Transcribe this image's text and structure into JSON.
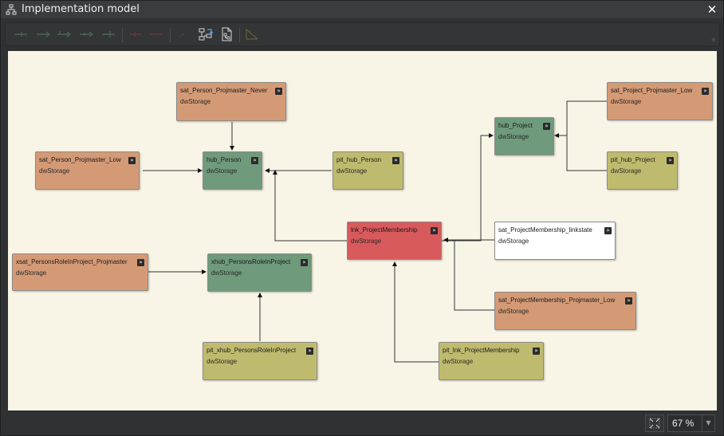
{
  "window": {
    "title": "Implementation model",
    "close_icon": "close-icon",
    "app_icon": "hierarchy-icon"
  },
  "toolbar": {
    "buttons": [
      {
        "name": "edge-style-1",
        "enabled": false
      },
      {
        "name": "edge-style-2",
        "enabled": false
      },
      {
        "name": "edge-style-3",
        "enabled": false
      },
      {
        "name": "edge-style-4",
        "enabled": false
      },
      {
        "name": "edge-style-5",
        "enabled": false
      },
      {
        "name": "edge-style-6",
        "enabled": false
      },
      {
        "name": "edge-style-7",
        "enabled": false
      },
      {
        "name": "edge-style-8",
        "enabled": false
      },
      {
        "name": "auto-layout",
        "enabled": true
      },
      {
        "name": "export-diagram",
        "enabled": true
      },
      {
        "name": "ruler",
        "enabled": false
      }
    ]
  },
  "colors": {
    "canvas": "#f8f4e6",
    "satellite": "#d49a76",
    "hub": "#6f9a7b",
    "pit": "#bfbb6e",
    "link": "#d85a5c",
    "linkstate": "#ffffff"
  },
  "nodes": {
    "sat_person_never": {
      "name": "sat_Person_Projmaster_Never",
      "type": "dwStorage"
    },
    "sat_person_low": {
      "name": "sat_Person_Projmaster_Low",
      "type": "dwStorage"
    },
    "hub_person": {
      "name": "hub_Person",
      "type": "dwStorage"
    },
    "pit_hub_person": {
      "name": "pit_hub_Person",
      "type": "dwStorage"
    },
    "hub_project": {
      "name": "hub_Project",
      "type": "dwStorage"
    },
    "sat_project_low": {
      "name": "sat_Project_Projmaster_Low",
      "type": "dwStorage"
    },
    "pit_hub_project": {
      "name": "pit_hub_Project",
      "type": "dwStorage"
    },
    "lnk_membership": {
      "name": "lnk_ProjectMembership",
      "type": "dwStorage"
    },
    "sat_linkstate": {
      "name": "sat_ProjectMembership_linkstate",
      "type": "dwStorage"
    },
    "xsat_role": {
      "name": "xsat_PersonsRoleInProject_Projmaster",
      "type": "dwStorage"
    },
    "xhub_role": {
      "name": "xhub_PersonsRoleInProject",
      "type": "dwStorage"
    },
    "pit_xhub_role": {
      "name": "pit_xhub_PersonsRoleInProject",
      "type": "dwStorage"
    },
    "sat_membership_low": {
      "name": "sat_ProjectMembership_Projmaster_Low",
      "type": "dwStorage"
    },
    "pit_lnk_membership": {
      "name": "pit_lnk_ProjectMembership",
      "type": "dwStorage"
    }
  },
  "edges": [
    {
      "from": "sat_person_never",
      "to": "hub_person"
    },
    {
      "from": "sat_person_low",
      "to": "hub_person"
    },
    {
      "from": "pit_hub_person",
      "to": "hub_person"
    },
    {
      "from": "lnk_membership",
      "to": "hub_person"
    },
    {
      "from": "lnk_membership",
      "to": "hub_project"
    },
    {
      "from": "sat_project_low",
      "to": "hub_project"
    },
    {
      "from": "pit_hub_project",
      "to": "hub_project"
    },
    {
      "from": "sat_linkstate",
      "to": "lnk_membership"
    },
    {
      "from": "sat_membership_low",
      "to": "lnk_membership"
    },
    {
      "from": "pit_lnk_membership",
      "to": "lnk_membership"
    },
    {
      "from": "xsat_role",
      "to": "xhub_role"
    },
    {
      "from": "pit_xhub_role",
      "to": "xhub_role"
    }
  ],
  "statusbar": {
    "zoom": "67 %",
    "fit_icon": "fit-to-window-icon"
  }
}
